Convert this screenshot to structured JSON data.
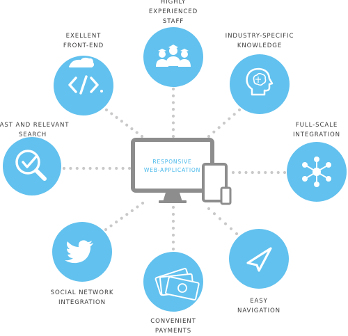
{
  "colors": {
    "circle": "#62c1ee",
    "dots": "#c9c9c9",
    "device": "#8d8d8d",
    "accent": "#45b7ea",
    "text": "#3b3b3b"
  },
  "center": {
    "line1": "RESPONSIVE",
    "line2": "WEB-APPLICATION"
  },
  "nodes": [
    {
      "id": "staff",
      "icon": "group-icon",
      "line1": "HIGHLY",
      "line2": "EXPERIENCED",
      "line3": "STAFF"
    },
    {
      "id": "frontend",
      "icon": "code-icon",
      "line1": "EXELLENT",
      "line2": "FRONT-END"
    },
    {
      "id": "knowledge",
      "icon": "brain-head-icon",
      "line1": "INDUSTRY-SPECIFIC",
      "line2": "KNOWLEDGE"
    },
    {
      "id": "search",
      "icon": "search-check-icon",
      "line1": "FAST AND RELEVANT",
      "line2": "SEARCH"
    },
    {
      "id": "integration",
      "icon": "network-icon",
      "line1": "FULL-SCALE",
      "line2": "INTEGRATION"
    },
    {
      "id": "social",
      "icon": "twitter-bird-icon",
      "line1": "SOCIAL NETWORK",
      "line2": "INTEGRATION"
    },
    {
      "id": "payments",
      "icon": "money-icon",
      "line1": "CONVENIENT",
      "line2": "PAYMENTS"
    },
    {
      "id": "navigation",
      "icon": "navigation-arrow-icon",
      "line1": "EASY",
      "line2": "NAVIGATION"
    }
  ]
}
